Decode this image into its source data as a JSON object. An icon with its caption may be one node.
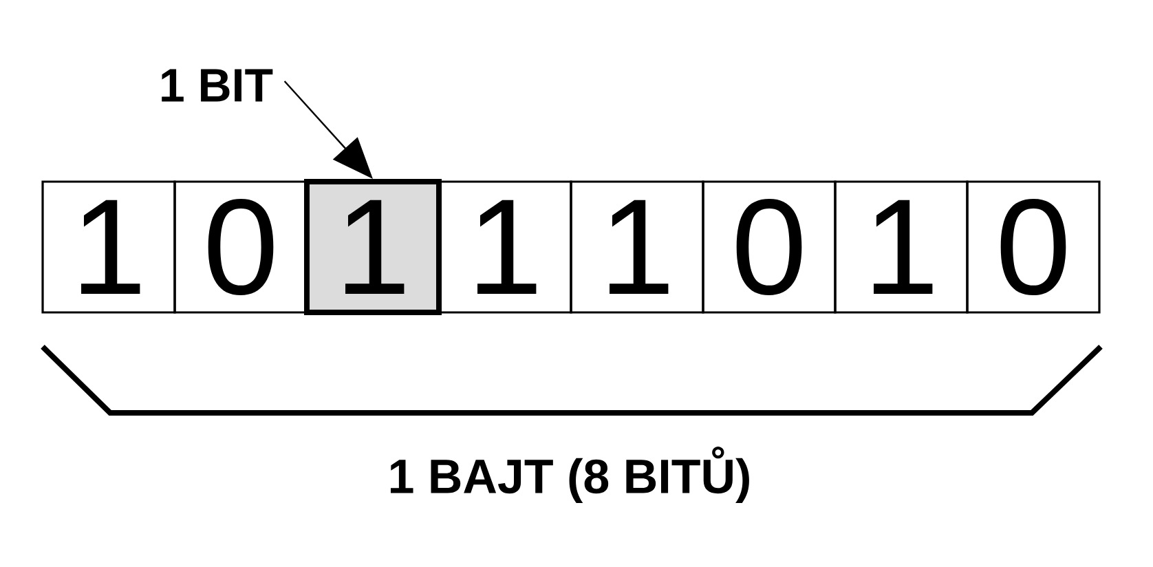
{
  "diagram": {
    "nodes": [
      {
        "text": [
          "1 BIT"
        ]
      },
      {
        "text": [
          "1"
        ]
      },
      {
        "text": [
          "0"
        ]
      },
      {
        "text": [
          "1"
        ]
      },
      {
        "text": [
          "1"
        ]
      },
      {
        "text": [
          "1"
        ]
      },
      {
        "text": [
          "0"
        ]
      },
      {
        "text": [
          "1"
        ]
      },
      {
        "text": [
          "0"
        ]
      }
    ],
    "edges": [
      {
        "from": 0,
        "to": 3,
        "arrow": "to"
      }
    ],
    "labels": [
      "1 BAJT (8 BITŮ)"
    ]
  }
}
